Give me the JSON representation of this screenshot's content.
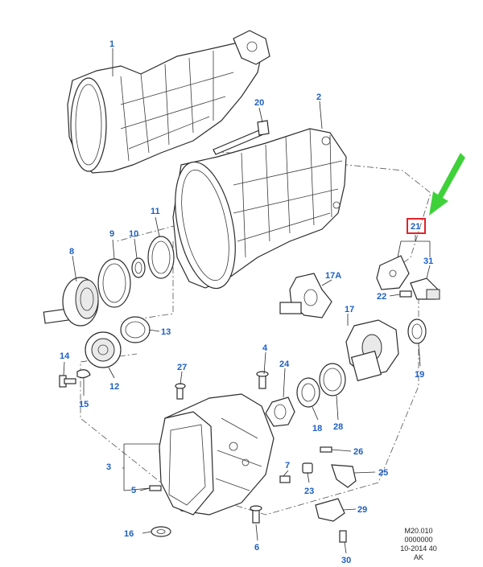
{
  "callouts": [
    {
      "id": "c1",
      "label": "1"
    },
    {
      "id": "c2",
      "label": "2"
    },
    {
      "id": "c3",
      "label": "3"
    },
    {
      "id": "c4",
      "label": "4"
    },
    {
      "id": "c5",
      "label": "5"
    },
    {
      "id": "c6",
      "label": "6"
    },
    {
      "id": "c7",
      "label": "7"
    },
    {
      "id": "c8",
      "label": "8"
    },
    {
      "id": "c9",
      "label": "9"
    },
    {
      "id": "c10",
      "label": "10"
    },
    {
      "id": "c11",
      "label": "11"
    },
    {
      "id": "c12",
      "label": "12"
    },
    {
      "id": "c13",
      "label": "13"
    },
    {
      "id": "c14",
      "label": "14"
    },
    {
      "id": "c15",
      "label": "15"
    },
    {
      "id": "c16",
      "label": "16"
    },
    {
      "id": "c17",
      "label": "17"
    },
    {
      "id": "c17a",
      "label": "17A"
    },
    {
      "id": "c18",
      "label": "18"
    },
    {
      "id": "c19",
      "label": "19"
    },
    {
      "id": "c20",
      "label": "20"
    },
    {
      "id": "c21",
      "label": "21",
      "highlighted": true
    },
    {
      "id": "c22",
      "label": "22"
    },
    {
      "id": "c23",
      "label": "23"
    },
    {
      "id": "c24",
      "label": "24"
    },
    {
      "id": "c25",
      "label": "25"
    },
    {
      "id": "c26",
      "label": "26"
    },
    {
      "id": "c27",
      "label": "27"
    },
    {
      "id": "c28",
      "label": "28"
    },
    {
      "id": "c29",
      "label": "29"
    },
    {
      "id": "c30",
      "label": "30"
    },
    {
      "id": "c31",
      "label": "31"
    }
  ],
  "reference": {
    "line1": "M20.010",
    "line2": "0000000",
    "line3": "10-2014 40",
    "line4": "AK"
  },
  "colors": {
    "callout": "#1c5fc2",
    "highlight_box": "#e0242a",
    "pointer_arrow": "#3fd13a"
  }
}
